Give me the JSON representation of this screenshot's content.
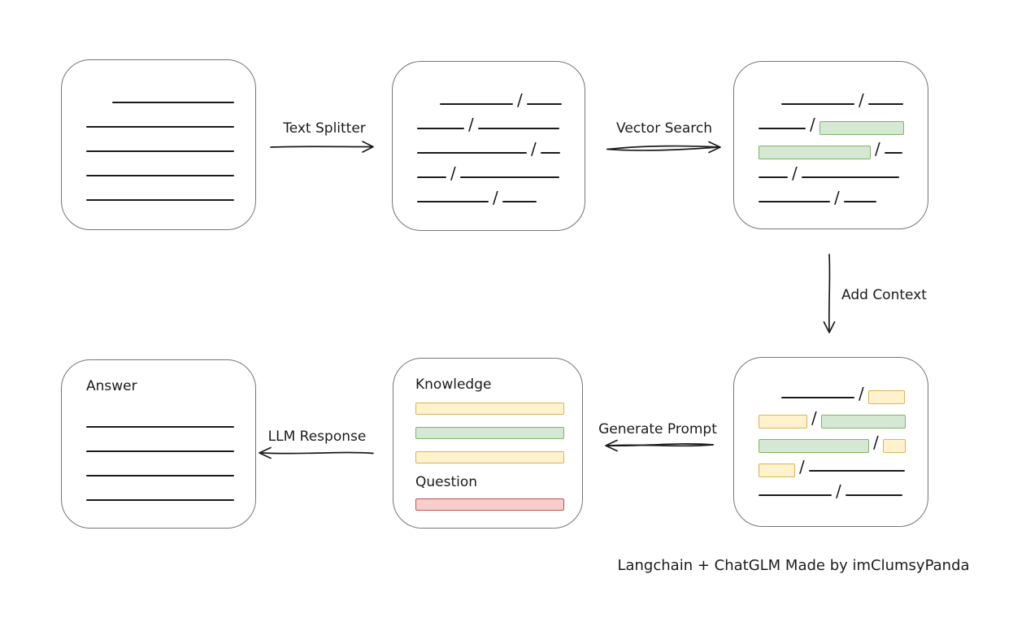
{
  "caption": "Langchain + ChatGLM Made by imClumsyPanda",
  "glyphs": {
    "slash": "/"
  },
  "colors": {
    "ink": "#1b1b1b",
    "box_border": "#767676",
    "green_fill": "#d5e8d4",
    "green_stroke": "#82b366",
    "yellow_fill": "#fff2cc",
    "yellow_stroke": "#d6b656",
    "red_fill": "#f8cecc",
    "red_stroke": "#b85450"
  },
  "arrows": {
    "text_splitter": {
      "label": "Text Splitter",
      "direction": "right"
    },
    "vector_search": {
      "label": "Vector Search",
      "direction": "right"
    },
    "add_context": {
      "label": "Add Context",
      "direction": "down"
    },
    "generate_prompt": {
      "label": "Generate Prompt",
      "direction": "left"
    },
    "llm_response": {
      "label": "LLM Response",
      "direction": "left"
    }
  },
  "boxes": {
    "source": {
      "rows": [
        {
          "indent": 32,
          "segs": [
            {
              "t": "line",
              "w": 150
            }
          ]
        },
        {
          "segs": [
            {
              "t": "line",
              "w": 182
            }
          ]
        },
        {
          "segs": [
            {
              "t": "line",
              "w": 182
            }
          ]
        },
        {
          "segs": [
            {
              "t": "line",
              "w": 182
            }
          ]
        },
        {
          "segs": [
            {
              "t": "line",
              "w": 182
            }
          ]
        }
      ]
    },
    "split": {
      "rows": [
        {
          "indent": 28,
          "segs": [
            {
              "t": "line",
              "w": 90
            },
            {
              "t": "slash"
            },
            {
              "t": "line",
              "w": 43
            }
          ]
        },
        {
          "segs": [
            {
              "t": "line",
              "w": 58
            },
            {
              "t": "slash"
            },
            {
              "t": "line",
              "w": 100
            }
          ]
        },
        {
          "segs": [
            {
              "t": "line",
              "w": 135
            },
            {
              "t": "slash"
            },
            {
              "t": "line",
              "w": 24
            }
          ]
        },
        {
          "segs": [
            {
              "t": "line",
              "w": 36
            },
            {
              "t": "slash"
            },
            {
              "t": "line",
              "w": 122
            }
          ]
        },
        {
          "segs": [
            {
              "t": "line",
              "w": 88
            },
            {
              "t": "slash"
            },
            {
              "t": "line",
              "w": 42
            }
          ]
        }
      ]
    },
    "retrieved": {
      "rows": [
        {
          "indent": 28,
          "segs": [
            {
              "t": "line",
              "w": 90
            },
            {
              "t": "slash"
            },
            {
              "t": "line",
              "w": 43
            }
          ]
        },
        {
          "segs": [
            {
              "t": "line",
              "w": 58
            },
            {
              "t": "slash"
            },
            {
              "t": "chunk",
              "c": "green",
              "w": 104
            }
          ]
        },
        {
          "segs": [
            {
              "t": "chunk",
              "c": "green",
              "w": 138
            },
            {
              "t": "slash"
            },
            {
              "t": "line",
              "w": 22
            }
          ]
        },
        {
          "segs": [
            {
              "t": "line",
              "w": 36
            },
            {
              "t": "slash"
            },
            {
              "t": "line",
              "w": 120
            }
          ]
        },
        {
          "segs": [
            {
              "t": "line",
              "w": 88
            },
            {
              "t": "slash"
            },
            {
              "t": "line",
              "w": 40
            }
          ]
        }
      ]
    },
    "context": {
      "rows": [
        {
          "indent": 28,
          "segs": [
            {
              "t": "line",
              "w": 90
            },
            {
              "t": "slash"
            },
            {
              "t": "chunk",
              "c": "yellow",
              "w": 45
            }
          ]
        },
        {
          "segs": [
            {
              "t": "chunk",
              "c": "yellow",
              "w": 60
            },
            {
              "t": "slash"
            },
            {
              "t": "chunk",
              "c": "green",
              "w": 104
            }
          ]
        },
        {
          "segs": [
            {
              "t": "chunk",
              "c": "green",
              "w": 136
            },
            {
              "t": "slash"
            },
            {
              "t": "chunk",
              "c": "yellow",
              "w": 28
            }
          ]
        },
        {
          "segs": [
            {
              "t": "chunk",
              "c": "yellow",
              "w": 45
            },
            {
              "t": "slash"
            },
            {
              "t": "line",
              "w": 118
            }
          ]
        },
        {
          "segs": [
            {
              "t": "line",
              "w": 90
            },
            {
              "t": "slash"
            },
            {
              "t": "line",
              "w": 70
            }
          ]
        }
      ]
    },
    "prompt": {
      "knowledge_label": "Knowledge",
      "question_label": "Question",
      "knowledge_bars": [
        {
          "c": "yellow",
          "name": "knowledge-bar-yellow"
        },
        {
          "c": "green",
          "name": "knowledge-bar-green"
        },
        {
          "c": "yellow",
          "name": "knowledge-bar-yellow"
        }
      ],
      "question_bars": [
        {
          "c": "red",
          "name": "question-bar-red"
        }
      ]
    },
    "answer": {
      "label": "Answer",
      "rows": [
        {
          "segs": [
            {
              "t": "line",
              "w": 182
            }
          ]
        },
        {
          "segs": [
            {
              "t": "line",
              "w": 182
            }
          ]
        },
        {
          "segs": [
            {
              "t": "line",
              "w": 182
            }
          ]
        },
        {
          "segs": [
            {
              "t": "line",
              "w": 182
            }
          ]
        }
      ]
    }
  }
}
